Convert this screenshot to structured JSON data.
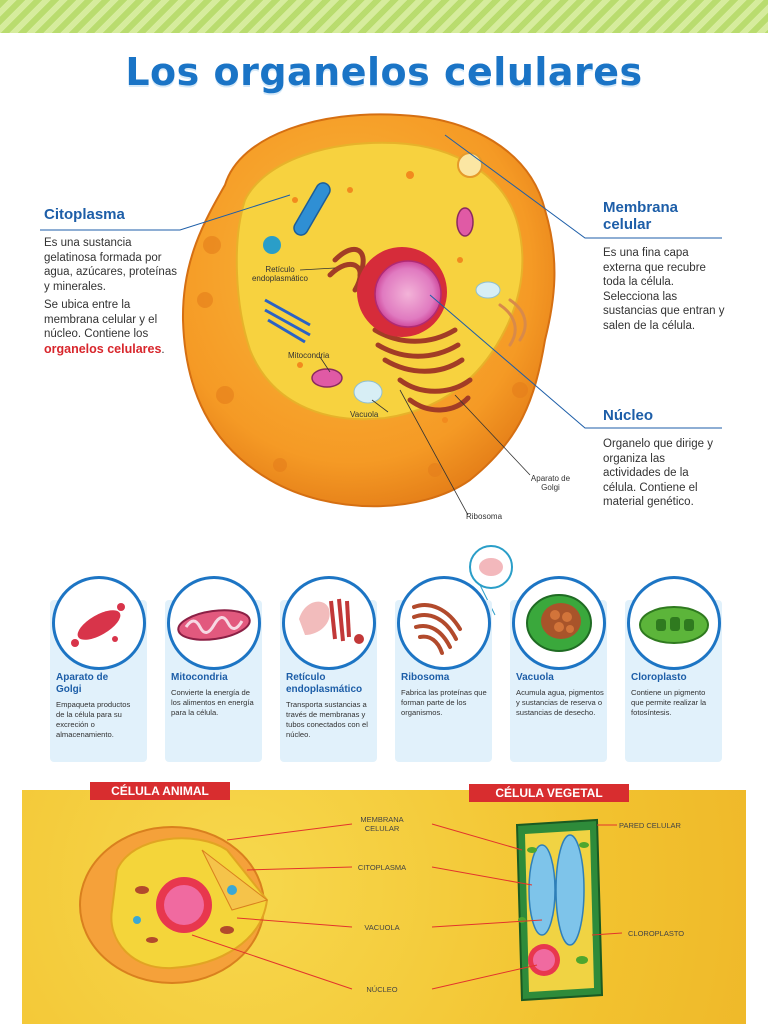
{
  "title": "Los organelos celulares",
  "citoplasma": {
    "heading": "Citoplasma",
    "p1": "Es una sustancia gelatinosa formada por agua, azúcares, proteínas y minerales.",
    "p2_a": "Se ubica entre la membrana celular y el núcleo. Contiene los ",
    "p2_b": "organelos celulares",
    "p2_c": "."
  },
  "membrana": {
    "heading": "Membrana celular",
    "text": "Es una fina capa externa que recubre toda la célula. Selecciona las sustancias que entran y salen de la célula."
  },
  "nucleo": {
    "heading": "Núcleo",
    "text": "Organelo que dirige y organiza las actividades de la célula. Contiene el material genético."
  },
  "diagram_labels": {
    "reticulo": "Retículo endoplasmático",
    "mitocondria": "Mitocondria",
    "vacuola": "Vacuola",
    "aparato": "Aparato de Golgi",
    "ribosoma": "Ribosoma"
  },
  "cards": [
    {
      "title": "Aparato de Golgi",
      "text": "Empaqueta productos de la célula para su excreción o almacenamiento."
    },
    {
      "title": "Mitocondria",
      "text": "Convierte la energía de los alimentos en energía para la célula."
    },
    {
      "title": "Retículo endoplasmático",
      "text": "Transporta sustancias a través de membranas y tubos conectados con el núcleo."
    },
    {
      "title": "Ribosoma",
      "text": "Fabrica las proteínas que forman parte de los organismos."
    },
    {
      "title": "Vacuola",
      "text": "Acumula agua, pigmentos y sustancias de reserva o sustancias de desecho."
    },
    {
      "title": "Cloroplasto",
      "text": "Contiene un pigmento que permite realizar la fotosíntesis."
    }
  ],
  "bottom": {
    "animal_banner": "CÉLULA ANIMAL",
    "vegetal_banner": "CÉLULA VEGETAL",
    "membrana": "MEMBRANA CELULAR",
    "citoplasma": "CITOPLASMA",
    "vacuola": "VACUOLA",
    "nucleo": "NÚCLEO",
    "pared": "PARED CELULAR",
    "cloroplasto": "CLOROPLASTO"
  }
}
